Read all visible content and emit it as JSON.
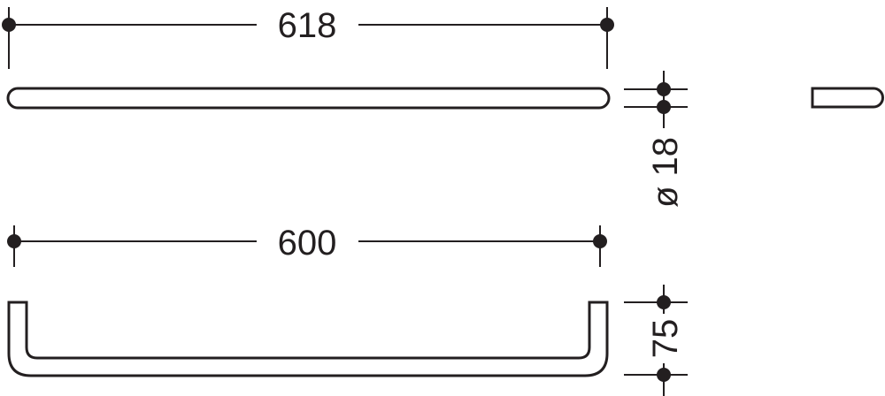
{
  "dimensions": {
    "overall_length": "618",
    "center_distance": "600",
    "diameter": "ø 18",
    "projection": "75"
  },
  "colors": {
    "line": "#231f20",
    "background": "#ffffff"
  }
}
